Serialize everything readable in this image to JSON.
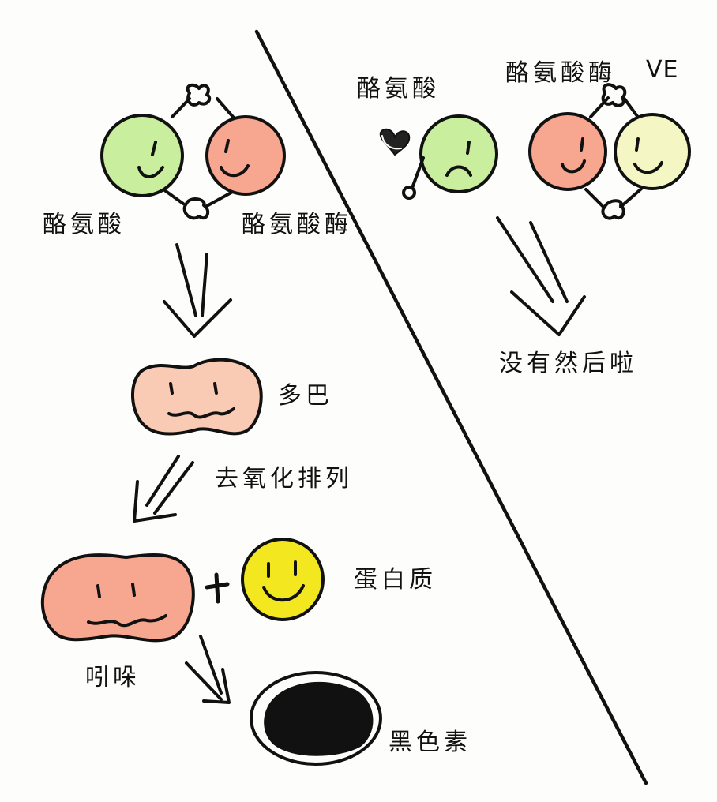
{
  "labels": {
    "left_tyrosine": "酪氨酸",
    "left_enzyme": "酪氨酸酶",
    "dopa": "多巴",
    "process": "去氧化排列",
    "indole": "吲哚",
    "protein": "蛋白质",
    "melanin": "黑色素",
    "right_tyrosine": "酪氨酸",
    "right_enzyme": "酪氨酸酶",
    "vitamin": "VE",
    "result": "没有然后啦"
  },
  "colors": {
    "green": "#c8ee9e",
    "salmon": "#f7a690",
    "light_salmon": "#f9cab4",
    "yellow": "#f3e71f",
    "pale_yellow": "#f4f6c4",
    "ink": "#111111"
  }
}
